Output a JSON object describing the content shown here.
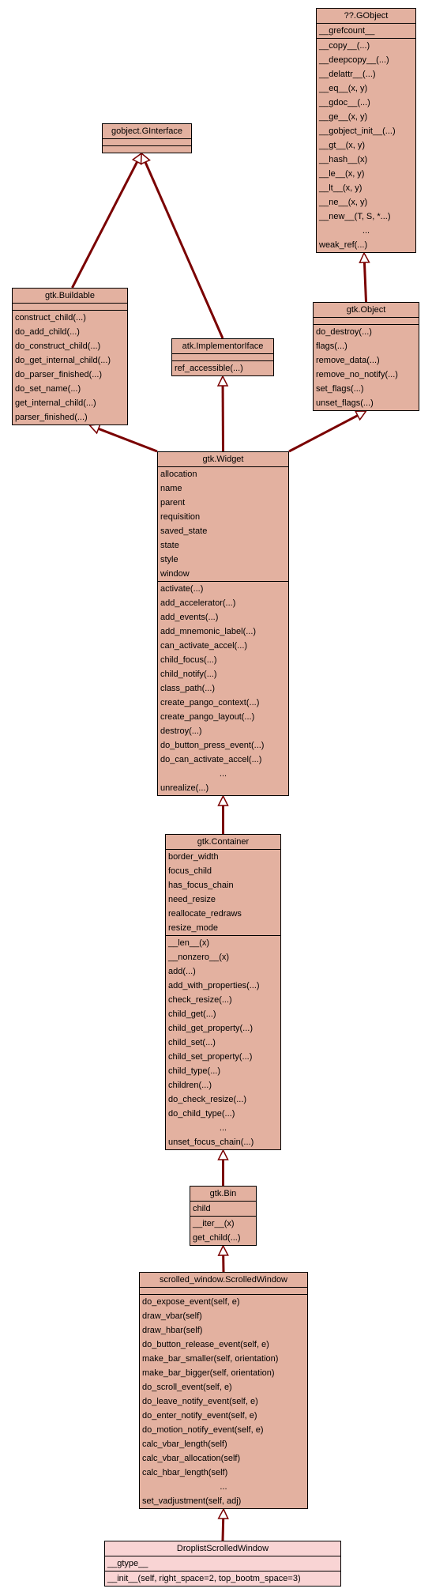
{
  "classes": {
    "gobject_ginterface": {
      "name": "gobject.GInterface",
      "attributes": [],
      "methods": []
    },
    "gobject": {
      "name": "??.GObject",
      "attributes": [
        "__grefcount__"
      ],
      "methods": [
        "__copy__(...)",
        "__deepcopy__(...)",
        "__delattr__(...)",
        "__eq__(x, y)",
        "__gdoc__(...)",
        "__ge__(x, y)",
        "__gobject_init__(...)",
        "__gt__(x, y)",
        "__hash__(x)",
        "__le__(x, y)",
        "__lt__(x, y)",
        "__ne__(x, y)",
        "__new__(T, S, *...)",
        "...",
        "weak_ref(...)"
      ]
    },
    "buildable": {
      "name": "gtk.Buildable",
      "attributes": [],
      "methods": [
        "construct_child(...)",
        "do_add_child(...)",
        "do_construct_child(...)",
        "do_get_internal_child(...)",
        "do_parser_finished(...)",
        "do_set_name(...)",
        "get_internal_child(...)",
        "parser_finished(...)"
      ]
    },
    "implementor": {
      "name": "atk.ImplementorIface",
      "attributes": [],
      "methods": [
        "ref_accessible(...)"
      ]
    },
    "object": {
      "name": "gtk.Object",
      "attributes": [],
      "methods": [
        "do_destroy(...)",
        "flags(...)",
        "remove_data(...)",
        "remove_no_notify(...)",
        "set_flags(...)",
        "unset_flags(...)"
      ]
    },
    "widget": {
      "name": "gtk.Widget",
      "attributes": [
        "allocation",
        "name",
        "parent",
        "requisition",
        "saved_state",
        "state",
        "style",
        "window"
      ],
      "methods": [
        "activate(...)",
        "add_accelerator(...)",
        "add_events(...)",
        "add_mnemonic_label(...)",
        "can_activate_accel(...)",
        "child_focus(...)",
        "child_notify(...)",
        "class_path(...)",
        "create_pango_context(...)",
        "create_pango_layout(...)",
        "destroy(...)",
        "do_button_press_event(...)",
        "do_can_activate_accel(...)",
        "...",
        "unrealize(...)"
      ]
    },
    "container": {
      "name": "gtk.Container",
      "attributes": [
        "border_width",
        "focus_child",
        "has_focus_chain",
        "need_resize",
        "reallocate_redraws",
        "resize_mode"
      ],
      "methods": [
        "__len__(x)",
        "__nonzero__(x)",
        "add(...)",
        "add_with_properties(...)",
        "check_resize(...)",
        "child_get(...)",
        "child_get_property(...)",
        "child_set(...)",
        "child_set_property(...)",
        "child_type(...)",
        "children(...)",
        "do_check_resize(...)",
        "do_child_type(...)",
        "...",
        "unset_focus_chain(...)"
      ]
    },
    "bin": {
      "name": "gtk.Bin",
      "attributes": [
        "child"
      ],
      "methods": [
        "__iter__(x)",
        "get_child(...)"
      ]
    },
    "scrolled": {
      "name": "scrolled_window.ScrolledWindow",
      "attributes": [],
      "methods": [
        "do_expose_event(self, e)",
        "draw_vbar(self)",
        "draw_hbar(self)",
        "do_button_release_event(self, e)",
        "make_bar_smaller(self, orientation)",
        "make_bar_bigger(self, orientation)",
        "do_scroll_event(self, e)",
        "do_leave_notify_event(self, e)",
        "do_enter_notify_event(self, e)",
        "do_motion_notify_event(self, e)",
        "calc_vbar_length(self)",
        "calc_vbar_allocation(self)",
        "calc_hbar_length(self)",
        "...",
        "set_vadjustment(self, adj)"
      ]
    },
    "droplist": {
      "name": "DroplistScrolledWindow",
      "attributes": [
        "__gtype__"
      ],
      "methods": [
        "__init__(self, right_space=2, top_bootm_space=3)"
      ]
    }
  },
  "edge_color": "#7a0000",
  "fill_color": "#e3b1a0",
  "leaf_fill_color": "#f9d4d4"
}
